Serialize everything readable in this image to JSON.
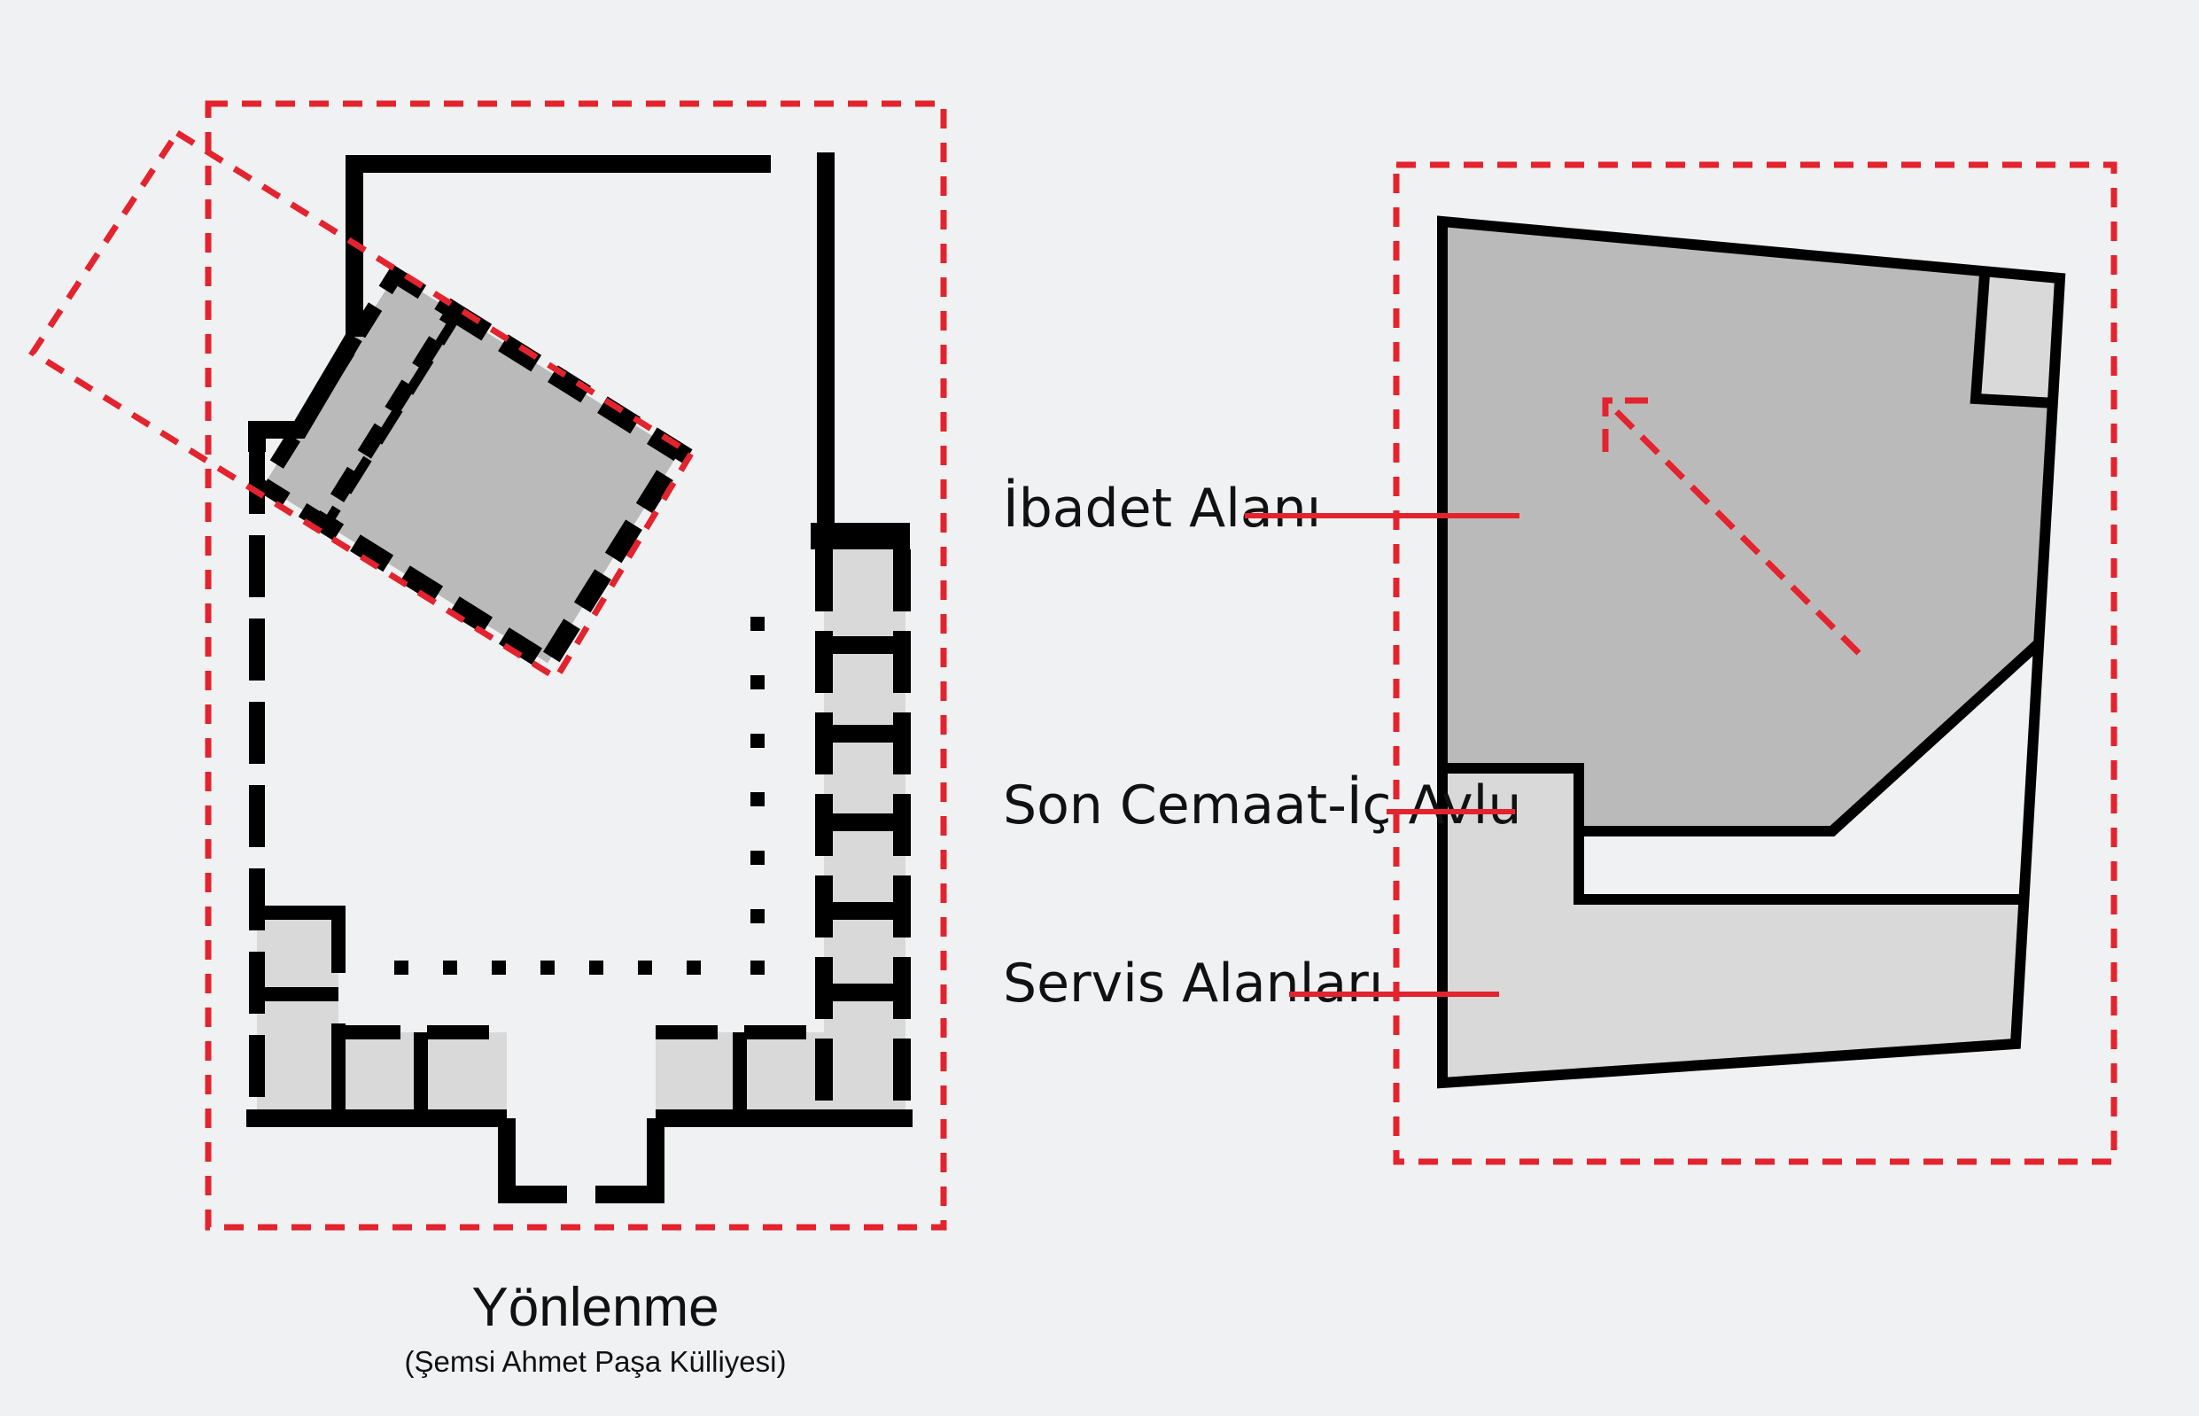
{
  "caption": {
    "title": "Yönlenme",
    "subtitle": "(Şemsi Ahmet Paşa Külliyesi)"
  },
  "labels": {
    "worship_area": "İbadet Alanı",
    "narthex_courtyard": "Son Cemaat-İç Avlu",
    "service_areas": "Servis Alanları"
  },
  "colors": {
    "background": "#f0f1f2",
    "wall": "#000000",
    "dashed_accent": "#e3232d",
    "worship_fill": "#bbbaba",
    "service_fill": "#d9d9d9",
    "courtyard_fill": "#f0f1f2"
  },
  "icons": {
    "direction_arrow": "dashed-arrow-up-left"
  }
}
